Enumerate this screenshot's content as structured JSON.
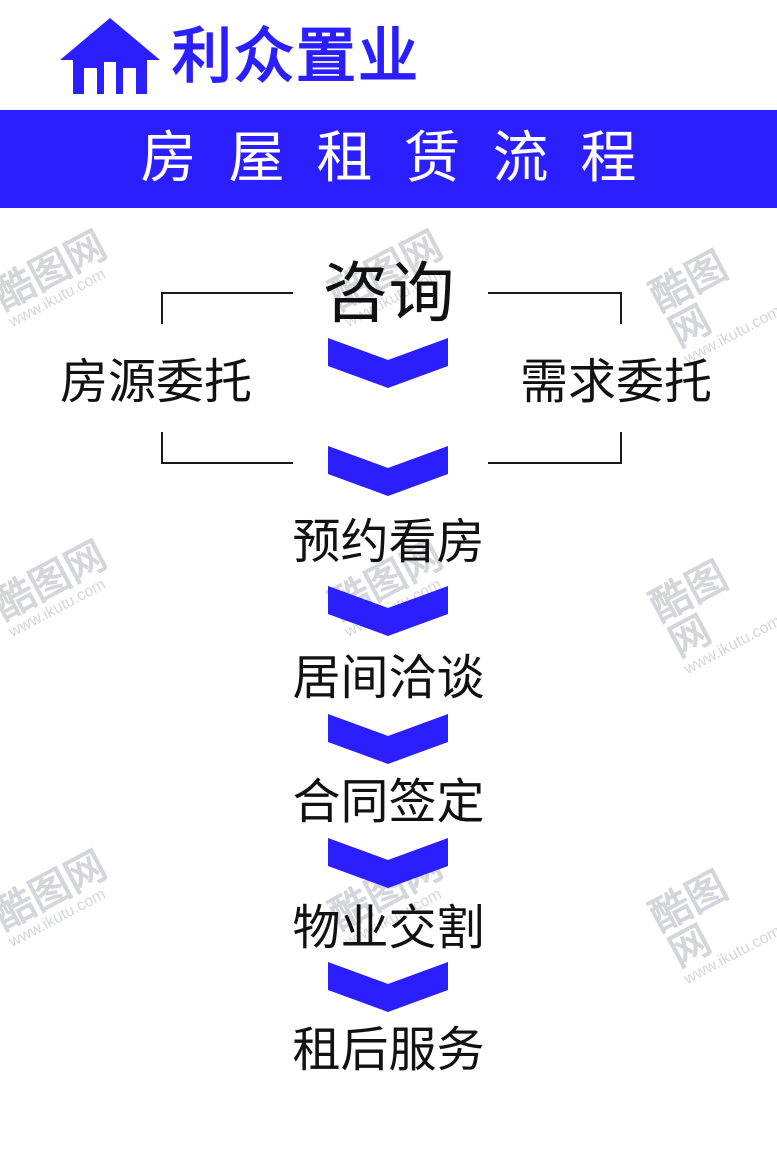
{
  "brand": {
    "name": "利众置业"
  },
  "title": "房屋租赁流程",
  "flow": {
    "consult": "咨询",
    "left_branch": "房源委托",
    "right_branch": "需求委托",
    "steps": [
      "预约看房",
      "居间洽谈",
      "合同签定",
      "物业交割",
      "租后服务"
    ]
  },
  "watermark": {
    "name": "酷图网",
    "url": "www.ikutu.com"
  },
  "colors": {
    "accent": "#2b1eff",
    "text": "#111111",
    "background": "#ffffff"
  },
  "icons": [
    "house-logo-icon",
    "chevron-down-icon"
  ]
}
